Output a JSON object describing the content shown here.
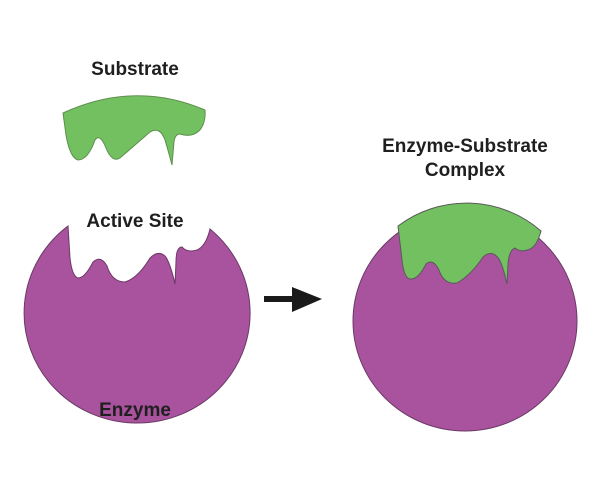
{
  "labels": {
    "substrate": "Substrate",
    "active_site": "Active Site",
    "enzyme": "Enzyme",
    "complex_line1": "Enzyme-Substrate",
    "complex_line2": "Complex"
  },
  "colors": {
    "substrate": "#72c05f",
    "enzyme": "#a9529e",
    "outline": "#5a5a5a",
    "arrow": "#1a1a1a",
    "text": "#1f1f1f"
  },
  "icons": {
    "arrow": "right-arrow-icon"
  }
}
